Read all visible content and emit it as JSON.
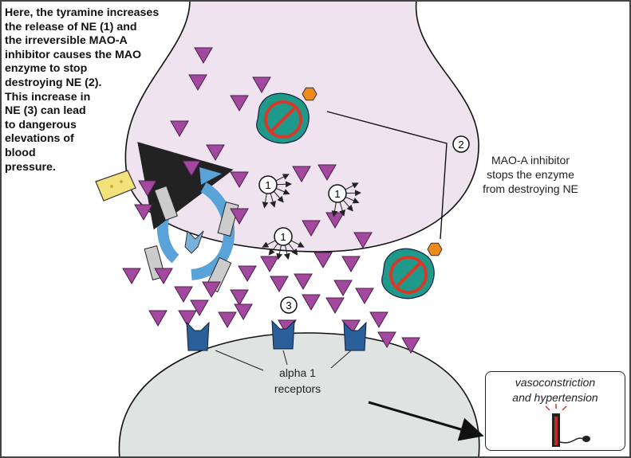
{
  "caption": {
    "lines": [
      "Here, the tyramine increases",
      "the release of NE (1) and",
      "the irreversible MAO-A",
      "inhibitor causes the MAO",
      "enzyme to stop",
      "destroying NE (2).",
      "This increase in",
      "NE (3) can lead",
      "to dangerous",
      "elevations of",
      "blood",
      "pressure."
    ]
  },
  "labels": {
    "step1": "1",
    "step2": "2",
    "step3": "3",
    "mao_note": [
      "MAO-A inhibitor",
      "stops the enzyme",
      "from destroying NE"
    ],
    "receptors": [
      "alpha 1",
      "receptors"
    ],
    "outcome": [
      "vasoconstriction",
      "and hypertension"
    ]
  },
  "colors": {
    "presynaptic": "#efe3f0",
    "postsynaptic": "#dfe3e2",
    "ne_triangle": "#a2489e",
    "receptor": "#2a5f9a",
    "enzyme": "#1f9a8a",
    "inhibitor_sign": "#d43a2a",
    "inhibitor_hexagon": "#f08a1c",
    "transporter_arrow": "#5aa3d8"
  }
}
